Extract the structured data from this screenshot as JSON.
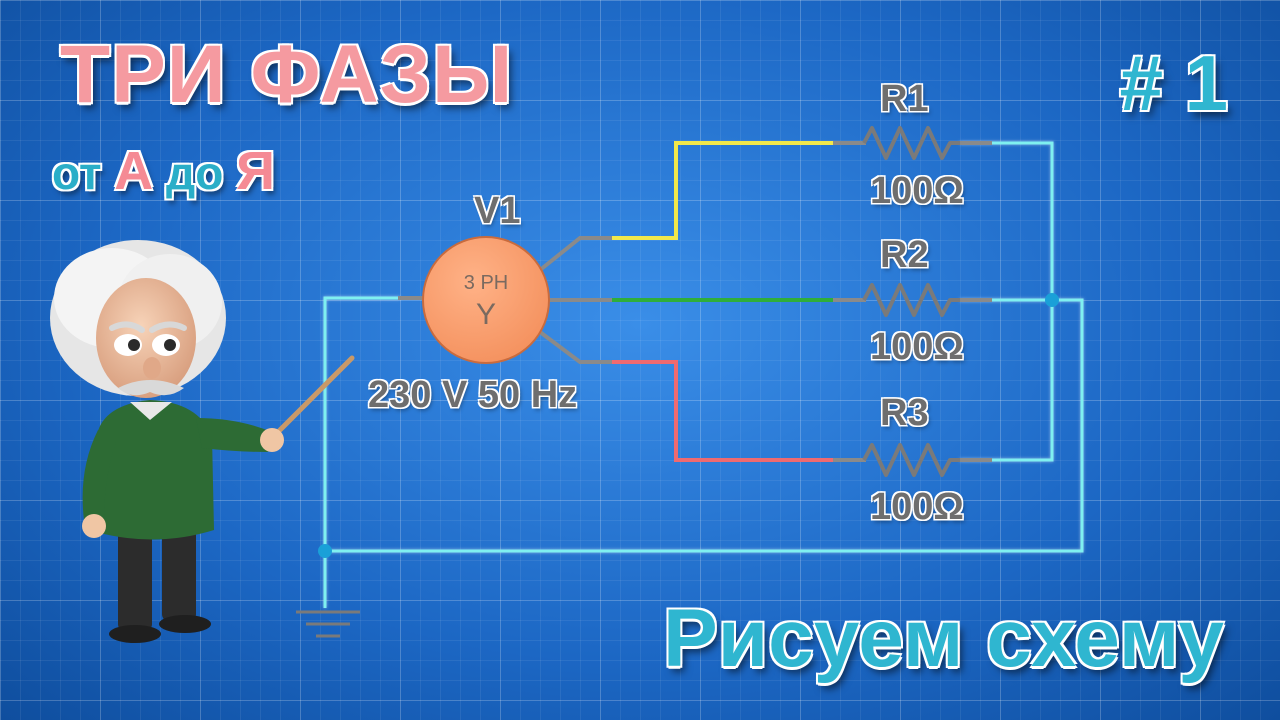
{
  "header": {
    "title": "ТРИ ФАЗЫ",
    "subtitle_prefix": "от",
    "subtitle_a": "А",
    "subtitle_mid": "до",
    "subtitle_ya": "Я"
  },
  "episode": "# 1",
  "footer_title": "Рисуем схему",
  "source": {
    "name": "V1",
    "type": "3 PH",
    "symbol": "Y",
    "rating": "230 V 50 Hz",
    "fill_color": "#f4915e"
  },
  "resistors": [
    {
      "name": "R1",
      "value": "100Ω",
      "phase_color": "#f2e84a"
    },
    {
      "name": "R2",
      "value": "100Ω",
      "phase_color": "#2fae3a"
    },
    {
      "name": "R3",
      "value": "100Ω",
      "phase_color": "#ef6a70"
    }
  ],
  "colors": {
    "neutral_wire": "#7ff0f0",
    "lead_wire": "#8a8a8a",
    "node": "#1aa0d8"
  }
}
